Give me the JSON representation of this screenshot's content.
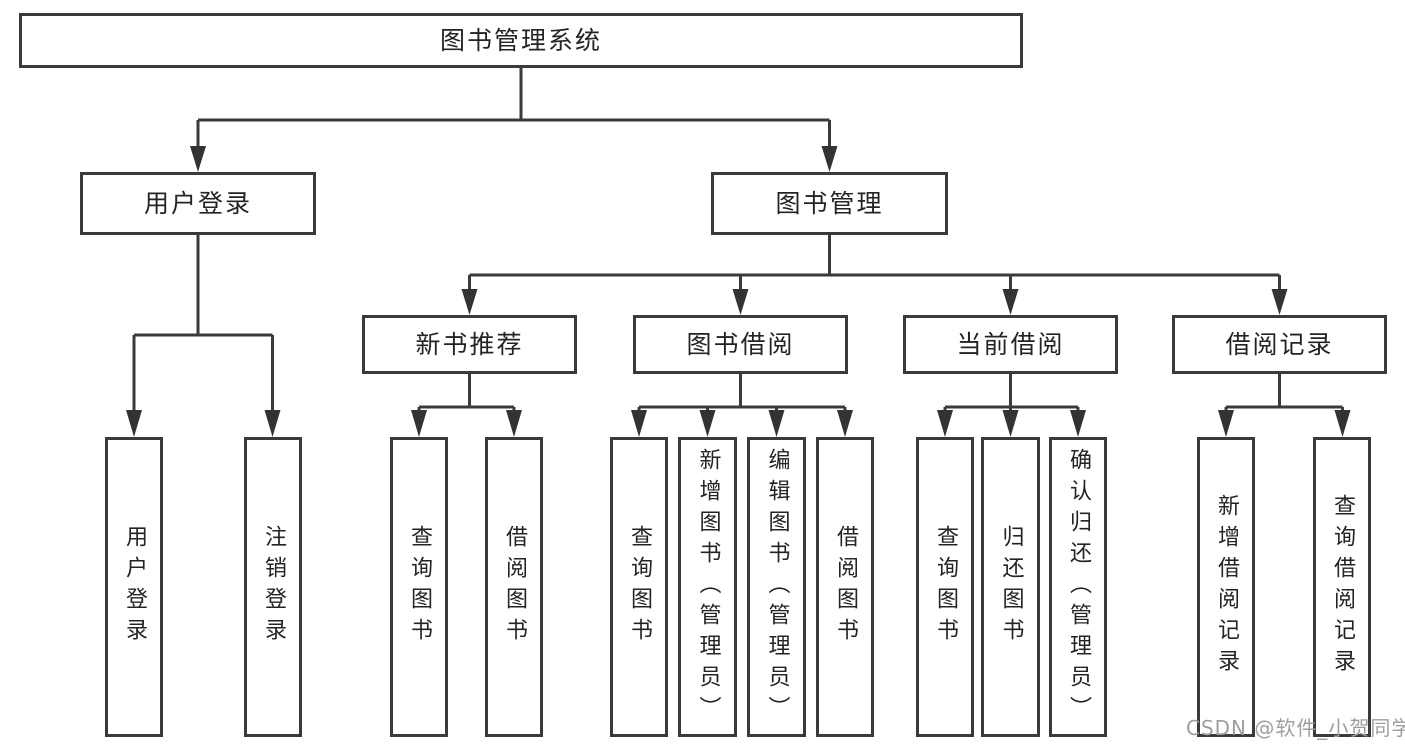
{
  "diagram": {
    "title": "图书管理系统",
    "nodes": {
      "root": "图书管理系统",
      "level2": {
        "user_login": "用户登录",
        "book_management": "图书管理"
      },
      "level3": {
        "new_book_recommend": "新书推荐",
        "book_borrow": "图书借阅",
        "current_borrow": "当前借阅",
        "borrow_records": "借阅记录"
      },
      "leaves": {
        "user_login_login": "用户登录",
        "user_login_logout": "注销登录",
        "recommend_query_books": "查询图书",
        "recommend_borrow_books": "借阅图书",
        "borrow_query_books": "查询图书",
        "borrow_add_books_admin": "新增图书（管理员）",
        "borrow_edit_books_admin": "编辑图书（管理员）",
        "borrow_borrow_books": "借阅图书",
        "current_query_books": "查询图书",
        "current_return_books": "归还图书",
        "current_confirm_return_admin": "确认归还（管理员）",
        "records_add_record": "新增借阅记录",
        "records_query_record": "查询借阅记录"
      }
    },
    "colors": {
      "line": "#3a3a3d",
      "text": "#242428",
      "background": "#ffffff",
      "watermark": "#9e9e9e"
    }
  },
  "watermark": {
    "text": "CSDN @软件_小贺同学"
  }
}
